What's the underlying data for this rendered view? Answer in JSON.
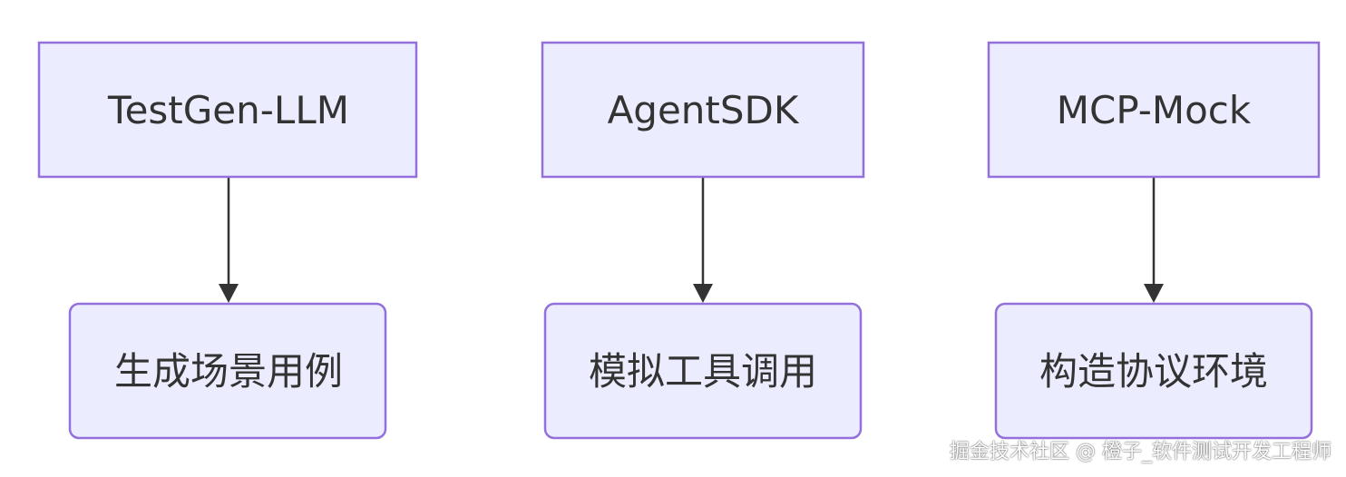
{
  "nodes": {
    "testgen": {
      "label": "TestGen-LLM"
    },
    "agentsdk": {
      "label": "AgentSDK"
    },
    "mcpmock": {
      "label": "MCP-Mock"
    },
    "gen_cases": {
      "label": "生成场景用例"
    },
    "sim_tools": {
      "label": "模拟工具调用"
    },
    "build_env": {
      "label": "构造协议环境"
    }
  },
  "edges": [
    {
      "from": "TestGen-LLM",
      "to": "生成场景用例"
    },
    {
      "from": "AgentSDK",
      "to": "模拟工具调用"
    },
    {
      "from": "MCP-Mock",
      "to": "构造协议环境"
    }
  ],
  "colors": {
    "node_fill": "#ECECFF",
    "node_stroke": "#9370DB",
    "edge": "#333333",
    "text": "#333333"
  },
  "watermark": "掘金技术社区 @ 橙子_软件测试开发工程师"
}
